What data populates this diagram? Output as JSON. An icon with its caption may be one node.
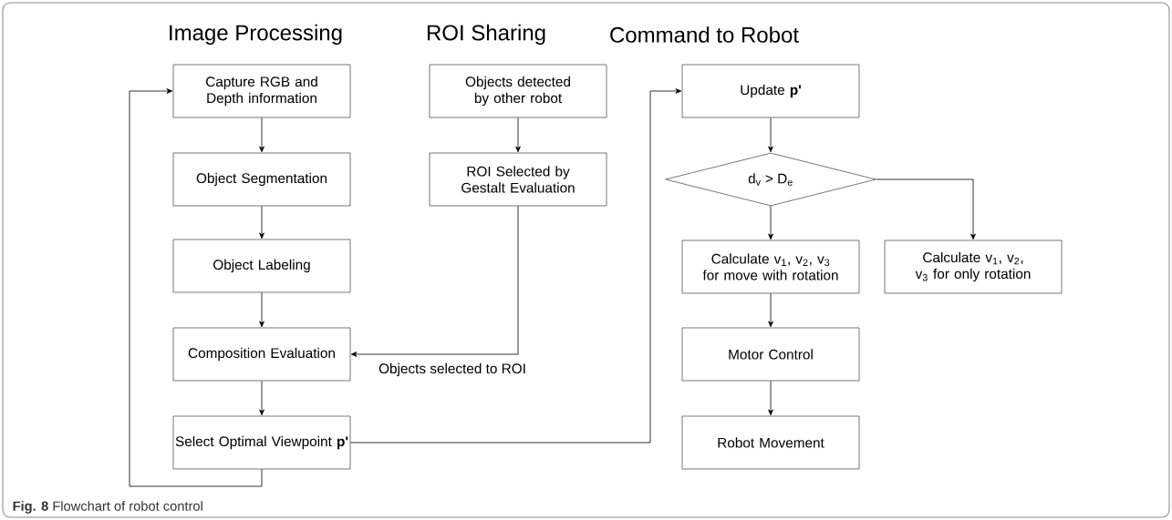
{
  "diagram": {
    "caption": "**Fig. 8** Flowchart of robot control",
    "nodes": [
      {
        "text": [
          "Capture RGB and Depth information"
        ]
      },
      {
        "text": [
          "Object Segmentation"
        ]
      },
      {
        "text": [
          "Object Labeling"
        ]
      },
      {
        "text": [
          "Composition Evaluation"
        ]
      },
      {
        "text": [
          "Select Optimal Viewpoint **p'**"
        ]
      },
      {
        "text": [
          "Objects detected by other robot"
        ]
      },
      {
        "text": [
          "ROI Selected by Gestalt Evaluation"
        ]
      },
      {
        "text": [
          "Update **p'**"
        ]
      },
      {
        "text": [
          "d$_{v}$ > D$_{e}$"
        ]
      },
      {
        "text": [
          "Calculate v$_{1}$, v$_{2}$, v$_{3}$ for move with rotation"
        ]
      },
      {
        "text": [
          "Calculate v$_{1}$, v$_{2}$, v$_{3}$ for only rotation"
        ]
      },
      {
        "text": [
          "Motor Control"
        ]
      },
      {
        "text": [
          "Robot Movement"
        ]
      }
    ],
    "edges": [
      {
        "from": 0,
        "to": 1,
        "arrow": "to"
      },
      {
        "from": 1,
        "to": 2,
        "arrow": "to"
      },
      {
        "from": 2,
        "to": 3,
        "arrow": "to"
      },
      {
        "from": 3,
        "to": 4,
        "arrow": "to"
      },
      {
        "from": 4,
        "to": 0,
        "arrow": "to"
      },
      {
        "from": 5,
        "to": 6,
        "arrow": "to"
      },
      {
        "from": 6,
        "to": 3,
        "arrow": "to",
        "label": "Objects selected to ROI"
      },
      {
        "from": 4,
        "to": 7,
        "arrow": "to"
      },
      {
        "from": 7,
        "to": 8,
        "arrow": "to"
      },
      {
        "from": 8,
        "to": 9,
        "arrow": "to"
      },
      {
        "from": 8,
        "to": 10,
        "arrow": "to"
      },
      {
        "from": 9,
        "to": 11,
        "arrow": "to"
      },
      {
        "from": 11,
        "to": 12,
        "arrow": "to"
      }
    ],
    "labels": [
      "Image Processing",
      "ROI Sharing",
      "Command to Robot"
    ]
  }
}
